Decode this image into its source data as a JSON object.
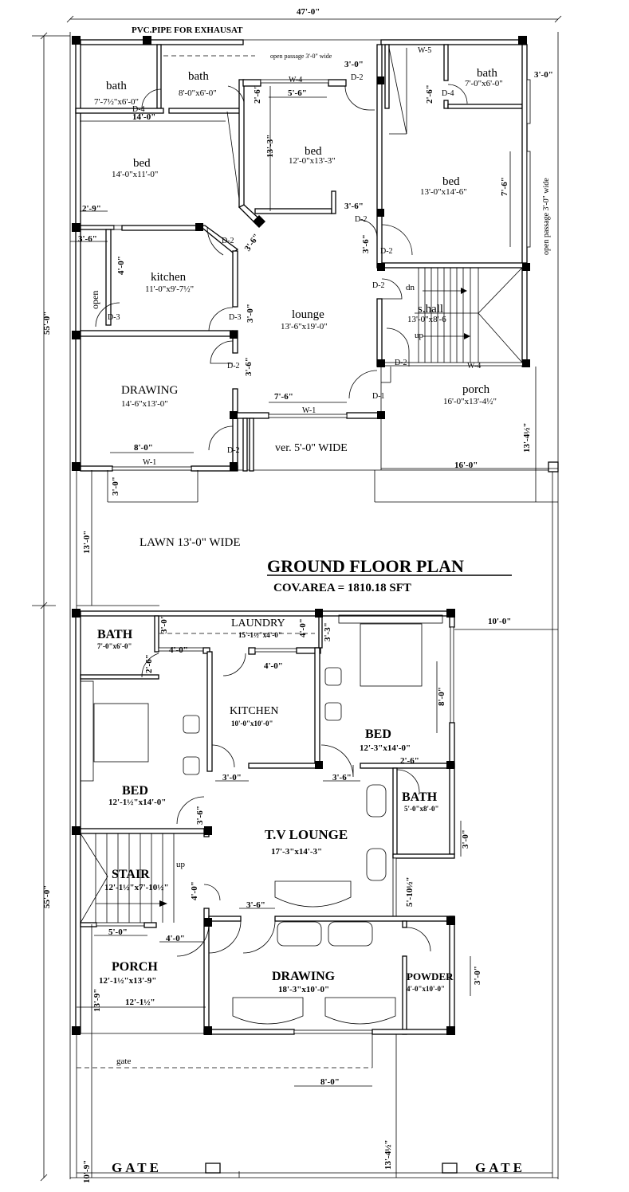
{
  "title": "GROUND FLOOR PLAN",
  "coverage": "COV.AREA = 1810.18 SFT",
  "plot": {
    "width": "47'-0\"",
    "depth_upper": "55'-0\"",
    "depth_lower": "55'-0\""
  },
  "upper": {
    "note_pipe": "PVC.PIPE FOR  EXHAUSAT",
    "note_passage_top": "open passage 3'-0\" wide",
    "note_passage_side": "open passage 3'-0\" wide",
    "verandah": "ver. 5'-0\" WIDE",
    "lawn": "LAWN 13'-0\" WIDE",
    "rooms": [
      {
        "name": "bath",
        "size": "7'-7½\"x6'-0\""
      },
      {
        "name": "bath",
        "size": "8'-0\"x6'-0\""
      },
      {
        "name": "bath",
        "size": "7'-0\"x6'-0\""
      },
      {
        "name": "bed",
        "size": "14'-0\"x11'-0\""
      },
      {
        "name": "bed",
        "size": "12'-0\"x13'-3\""
      },
      {
        "name": "bed",
        "size": "13'-0\"x14'-6\""
      },
      {
        "name": "kitchen",
        "size": "11'-0\"x9'-7½\""
      },
      {
        "name": "lounge",
        "size": "13'-6\"x19'-0\""
      },
      {
        "name": "s.hall",
        "size": "13'-0\"x8'-6"
      },
      {
        "name": "DRAWING",
        "size": "14'-6\"x13'-0\""
      },
      {
        "name": "porch",
        "size": "16'-0\"x13'-4½\""
      }
    ],
    "labels": [
      "D-4",
      "D-4",
      "D-2",
      "W-4",
      "W-5",
      "D-2",
      "D-2",
      "D-2",
      "D-3",
      "D-3",
      "D-2",
      "D-2",
      "D-2",
      "W-4",
      "D-1",
      "W-1",
      "D-2",
      "W-1",
      "open",
      "dn",
      "up"
    ],
    "dims": [
      "3'-0\"",
      "5'-6\"",
      "2'-6\"",
      "2'-6\"",
      "3'-0\"",
      "14'-0\"",
      "13'-3\"",
      "7'-6\"",
      "3'-6\"",
      "2'-9\"",
      "3'-6\"",
      "3'-6\"",
      "3'-6\"",
      "4'-0\"",
      "3'-0\"",
      "3'-6\"",
      "7'-6\"",
      "13'-4½\"",
      "8'-0\"",
      "16'-0\"",
      "3'-0\"",
      "13'-0\""
    ]
  },
  "lower": {
    "rooms": [
      {
        "name": "BATH",
        "size": "7'-0\"x6'-0\""
      },
      {
        "name": "LAUNDRY",
        "size": "15'-1½\"x4'-0\""
      },
      {
        "name": "KITCHEN",
        "size": "10'-0\"x10'-0\""
      },
      {
        "name": "BED",
        "size": "12'-3\"x14'-0\""
      },
      {
        "name": "BED",
        "size": "12'-1½\"x14'-0\""
      },
      {
        "name": "BATH",
        "size": "5'-0\"x8'-0\""
      },
      {
        "name": "T.V LOUNGE",
        "size": "17'-3\"x14'-3\""
      },
      {
        "name": "STAIR",
        "size": "12'-1½\"x7'-10½\""
      },
      {
        "name": "PORCH",
        "size": "12'-1½\"x13'-9\""
      },
      {
        "name": "DRAWING",
        "size": "18'-3\"x10'-0\""
      },
      {
        "name": "POWDER",
        "size": "4'-0\"x10'-0\""
      }
    ],
    "labels": [
      "up",
      "gate",
      "GATE",
      "GATE"
    ],
    "dims": [
      "3'-0\"",
      "4'-0\"",
      "3'-3\"",
      "10'-0\"",
      "4'-0\"",
      "2'-6\"",
      "4'-0\"",
      "8'-0\"",
      "2'-6\"",
      "3'-0\"",
      "3'-6\"",
      "3'-6\"",
      "3'-0\"",
      "4'-0\"",
      "5'-10½\"",
      "3'-6\"",
      "5'-0\"",
      "4'-0\"",
      "12'-1½\"",
      "13'-9\"",
      "3'-0\"",
      "8'-0\"",
      "13'-4½\"",
      "10'-9\""
    ]
  }
}
